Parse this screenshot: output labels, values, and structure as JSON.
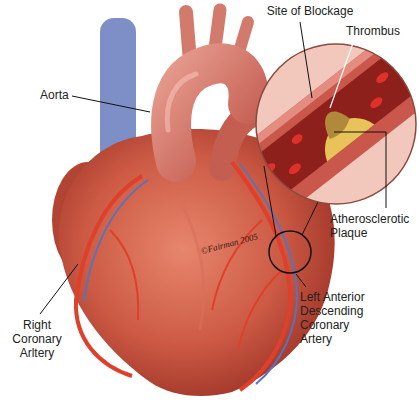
{
  "diagram": {
    "labels": [
      "Site of Blockage",
      "Thrombus",
      "Aorta",
      "Atherosclerotic Plaque",
      "Right Coronary Arltery",
      "Left Anterior Descending Coronary Artery",
      "©Fairman 2005"
    ]
  }
}
